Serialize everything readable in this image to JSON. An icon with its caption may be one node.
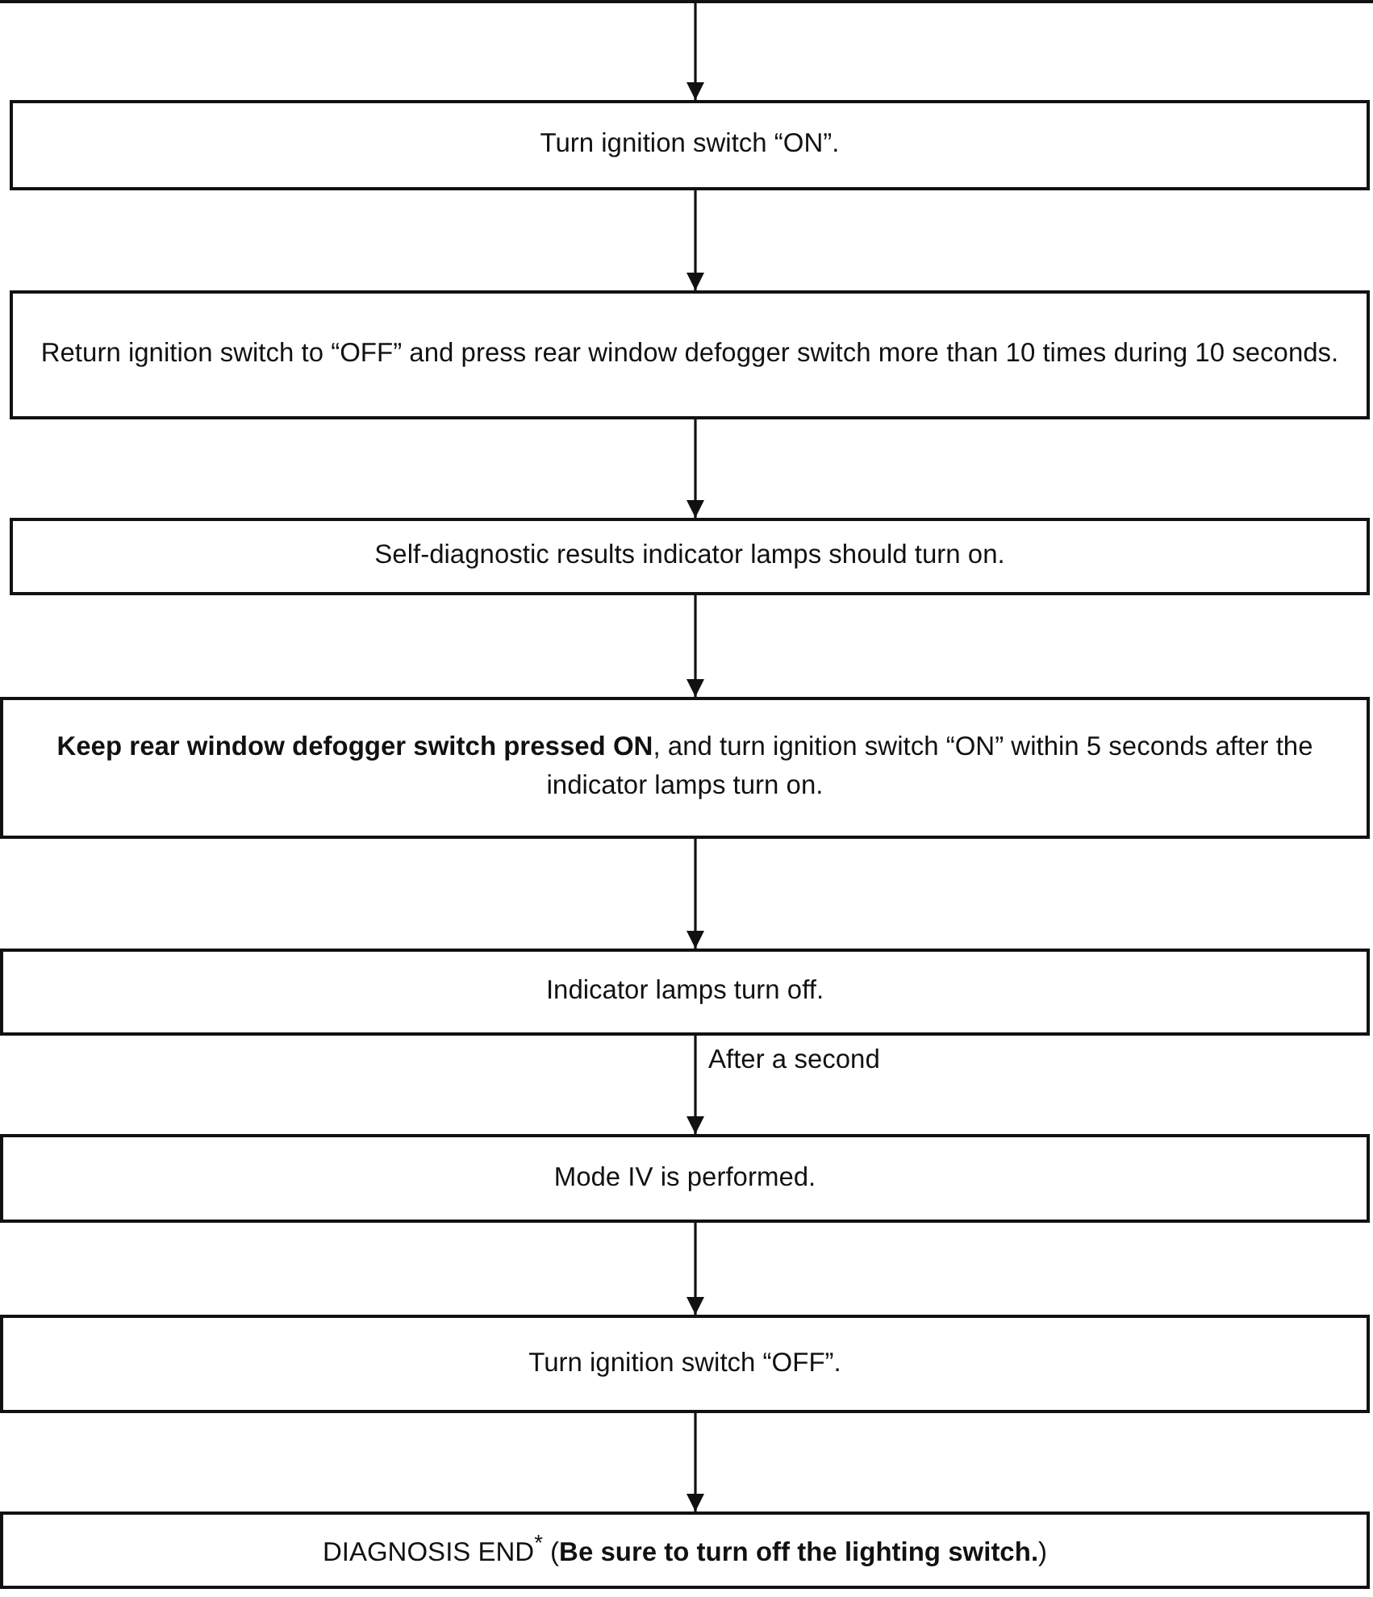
{
  "diagram": {
    "nodes": [
      {
        "text": [],
        "shape": "box"
      },
      {
        "text": [
          "Turn ignition switch “ON”."
        ]
      },
      {
        "text": [
          "Return ignition switch to “OFF” and press rear window defogger switch more than 10 times during 10 seconds."
        ]
      },
      {
        "text": [
          "Self-diagnostic results indicator lamps should turn on."
        ]
      },
      {
        "text": [
          "**Keep rear window defogger switch pressed ON**, and turn ignition switch “ON” within 5 seconds after the indicator lamps turn on."
        ]
      },
      {
        "text": [
          "Indicator lamps turn off."
        ]
      },
      {
        "text": [
          "Mode IV is performed."
        ]
      },
      {
        "text": [
          "Turn ignition switch “OFF”."
        ]
      },
      {
        "text": [
          "DIAGNOSIS END$^{*}$ (**Be sure to turn off the lighting switch.**)"
        ]
      }
    ],
    "edges": [
      {
        "from": 0,
        "to": 1,
        "arrow": "to"
      },
      {
        "from": 1,
        "to": 2,
        "arrow": "to"
      },
      {
        "from": 2,
        "to": 3,
        "arrow": "to"
      },
      {
        "from": 3,
        "to": 4,
        "arrow": "to"
      },
      {
        "from": 4,
        "to": 5,
        "arrow": "to"
      },
      {
        "from": 5,
        "to": 6,
        "arrow": "to",
        "label": "After a second"
      },
      {
        "from": 6,
        "to": 7,
        "arrow": "to"
      },
      {
        "from": 7,
        "to": 8,
        "arrow": "to"
      }
    ]
  }
}
